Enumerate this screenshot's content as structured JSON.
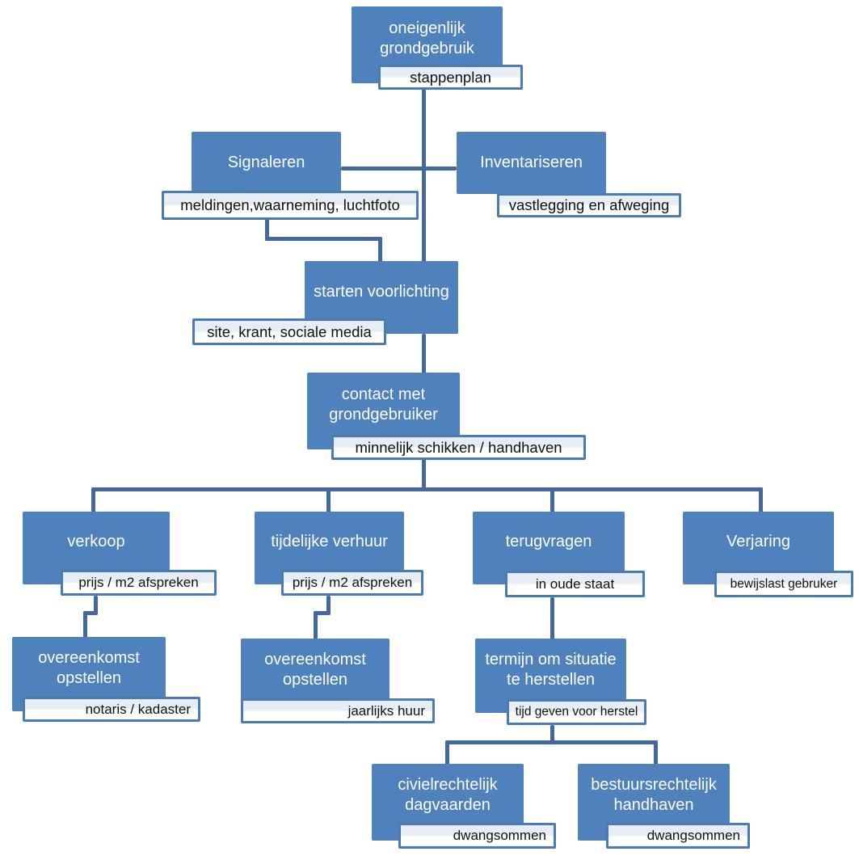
{
  "diagram": {
    "colors": {
      "node_fill": "#4F81BD",
      "node_text": "#FDFEFF",
      "connector": "#44689E",
      "label_border": "#4C7BB0",
      "label_bg_top": "#E7EDF5",
      "label_bg_bottom": "#FFFFFF",
      "label_text": "#111111"
    },
    "nodes": [
      {
        "id": "root",
        "label": "oneigenlijk grondgebruik",
        "tag": "stappenplan"
      },
      {
        "id": "signaleren",
        "label": "Signaleren",
        "tag": "meldingen,waarneming, luchtfoto"
      },
      {
        "id": "inventariseren",
        "label": "Inventariseren",
        "tag": "vastlegging en afweging"
      },
      {
        "id": "starten-voorlichting",
        "label": "starten voorlichting",
        "tag": "site, krant, sociale media"
      },
      {
        "id": "contact-grondgebruiker",
        "label": "contact met grondgebruiker",
        "tag": "minnelijk schikken / handhaven"
      },
      {
        "id": "verkoop",
        "label": "verkoop",
        "tag": "prijs / m2 afspreken"
      },
      {
        "id": "tijdelijke-verhuur",
        "label": "tijdelijke verhuur",
        "tag": "prijs / m2 afspreken"
      },
      {
        "id": "terugvragen",
        "label": "terugvragen",
        "tag": "in oude staat"
      },
      {
        "id": "verjaring",
        "label": "Verjaring",
        "tag": "bewijslast gebruker"
      },
      {
        "id": "overeenkomst-verkoop",
        "label": "overeenkomst opstellen",
        "tag": "notaris / kadaster"
      },
      {
        "id": "overeenkomst-verhuur",
        "label": "overeenkomst opstellen",
        "tag": "jaarlijks huur"
      },
      {
        "id": "termijn-herstel",
        "label": "termijn om situatie te herstellen",
        "tag": "tijd geven voor herstel"
      },
      {
        "id": "civielrechtelijk",
        "label": "civielrechtelijk dagvaarden",
        "tag": "dwangsommen"
      },
      {
        "id": "bestuursrechtelijk",
        "label": "bestuursrechtelijk handhaven",
        "tag": "dwangsommen"
      }
    ]
  }
}
